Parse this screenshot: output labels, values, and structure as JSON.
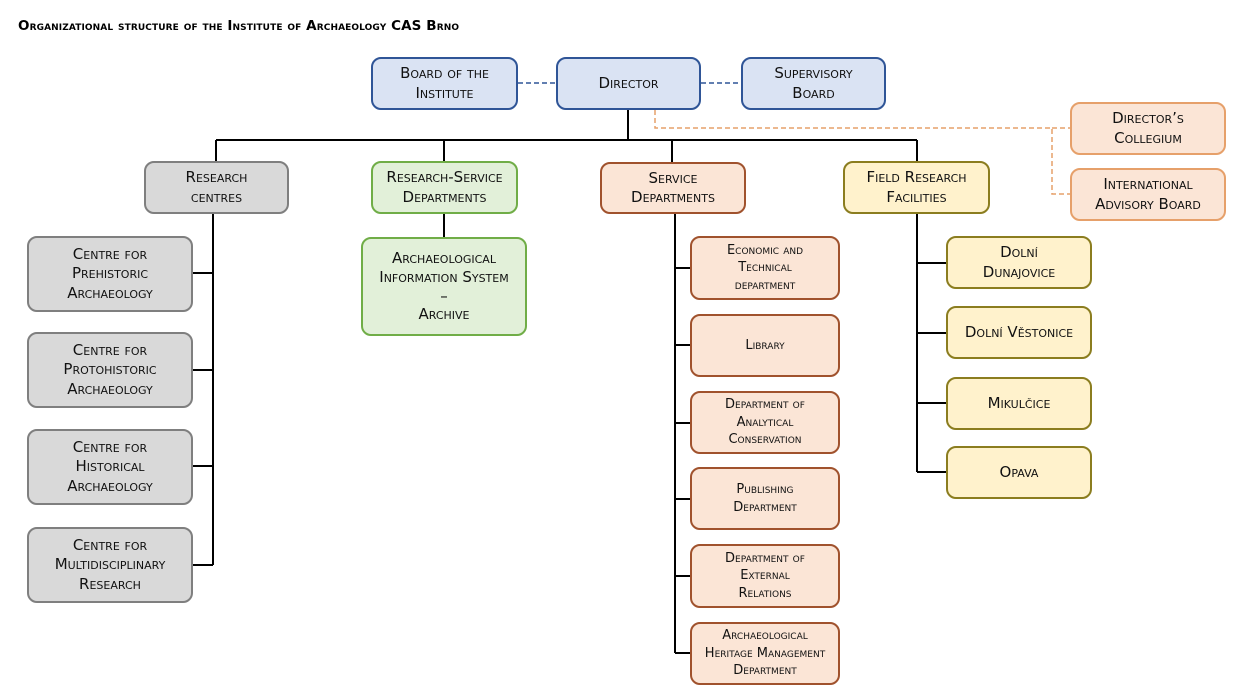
{
  "title": "Organizational structure of the Institute of Archaeology CAS Brno",
  "top": {
    "board": "Board of the\nInstitute",
    "director": "Director",
    "supervisory": "Supervisory\nBoard"
  },
  "advisory": {
    "collegium": "Director’s\nCollegium",
    "international": "International\nAdvisory Board"
  },
  "divisions": {
    "research_centres": {
      "label": "Research\ncentres",
      "items": [
        "Centre for\nPrehistoric\nArchaeology",
        "Centre for\nProtohistoric\nArchaeology",
        "Centre for\nHistorical\nArchaeology",
        "Centre for\nMultidisciplinary\nResearch"
      ]
    },
    "research_service": {
      "label": "Research-Service\nDepartments",
      "items": [
        "Archaeological\nInformation System\n–\nArchive"
      ]
    },
    "service": {
      "label": "Service\nDepartments",
      "items": [
        "Economic and\nTechnical\ndepartment",
        "Library",
        "Department of\nAnalytical\nConservation",
        "Publishing\nDepartment",
        "Department of\nExternal\nRelations",
        "Archaeological\nHeritage Management\nDepartment"
      ]
    },
    "field": {
      "label": "Field Research\nFacilities",
      "items": [
        "Dolní\nDunajovice",
        "Dolní Věstonice",
        "Mikulčice",
        "Opava"
      ]
    }
  },
  "colors": {
    "blue": "#dae3f3",
    "grey": "#d9d9d9",
    "green": "#e2f0d9",
    "salmon": "#fbe5d6",
    "yellow": "#fff2cc",
    "orange_border": "#e6a06a"
  }
}
